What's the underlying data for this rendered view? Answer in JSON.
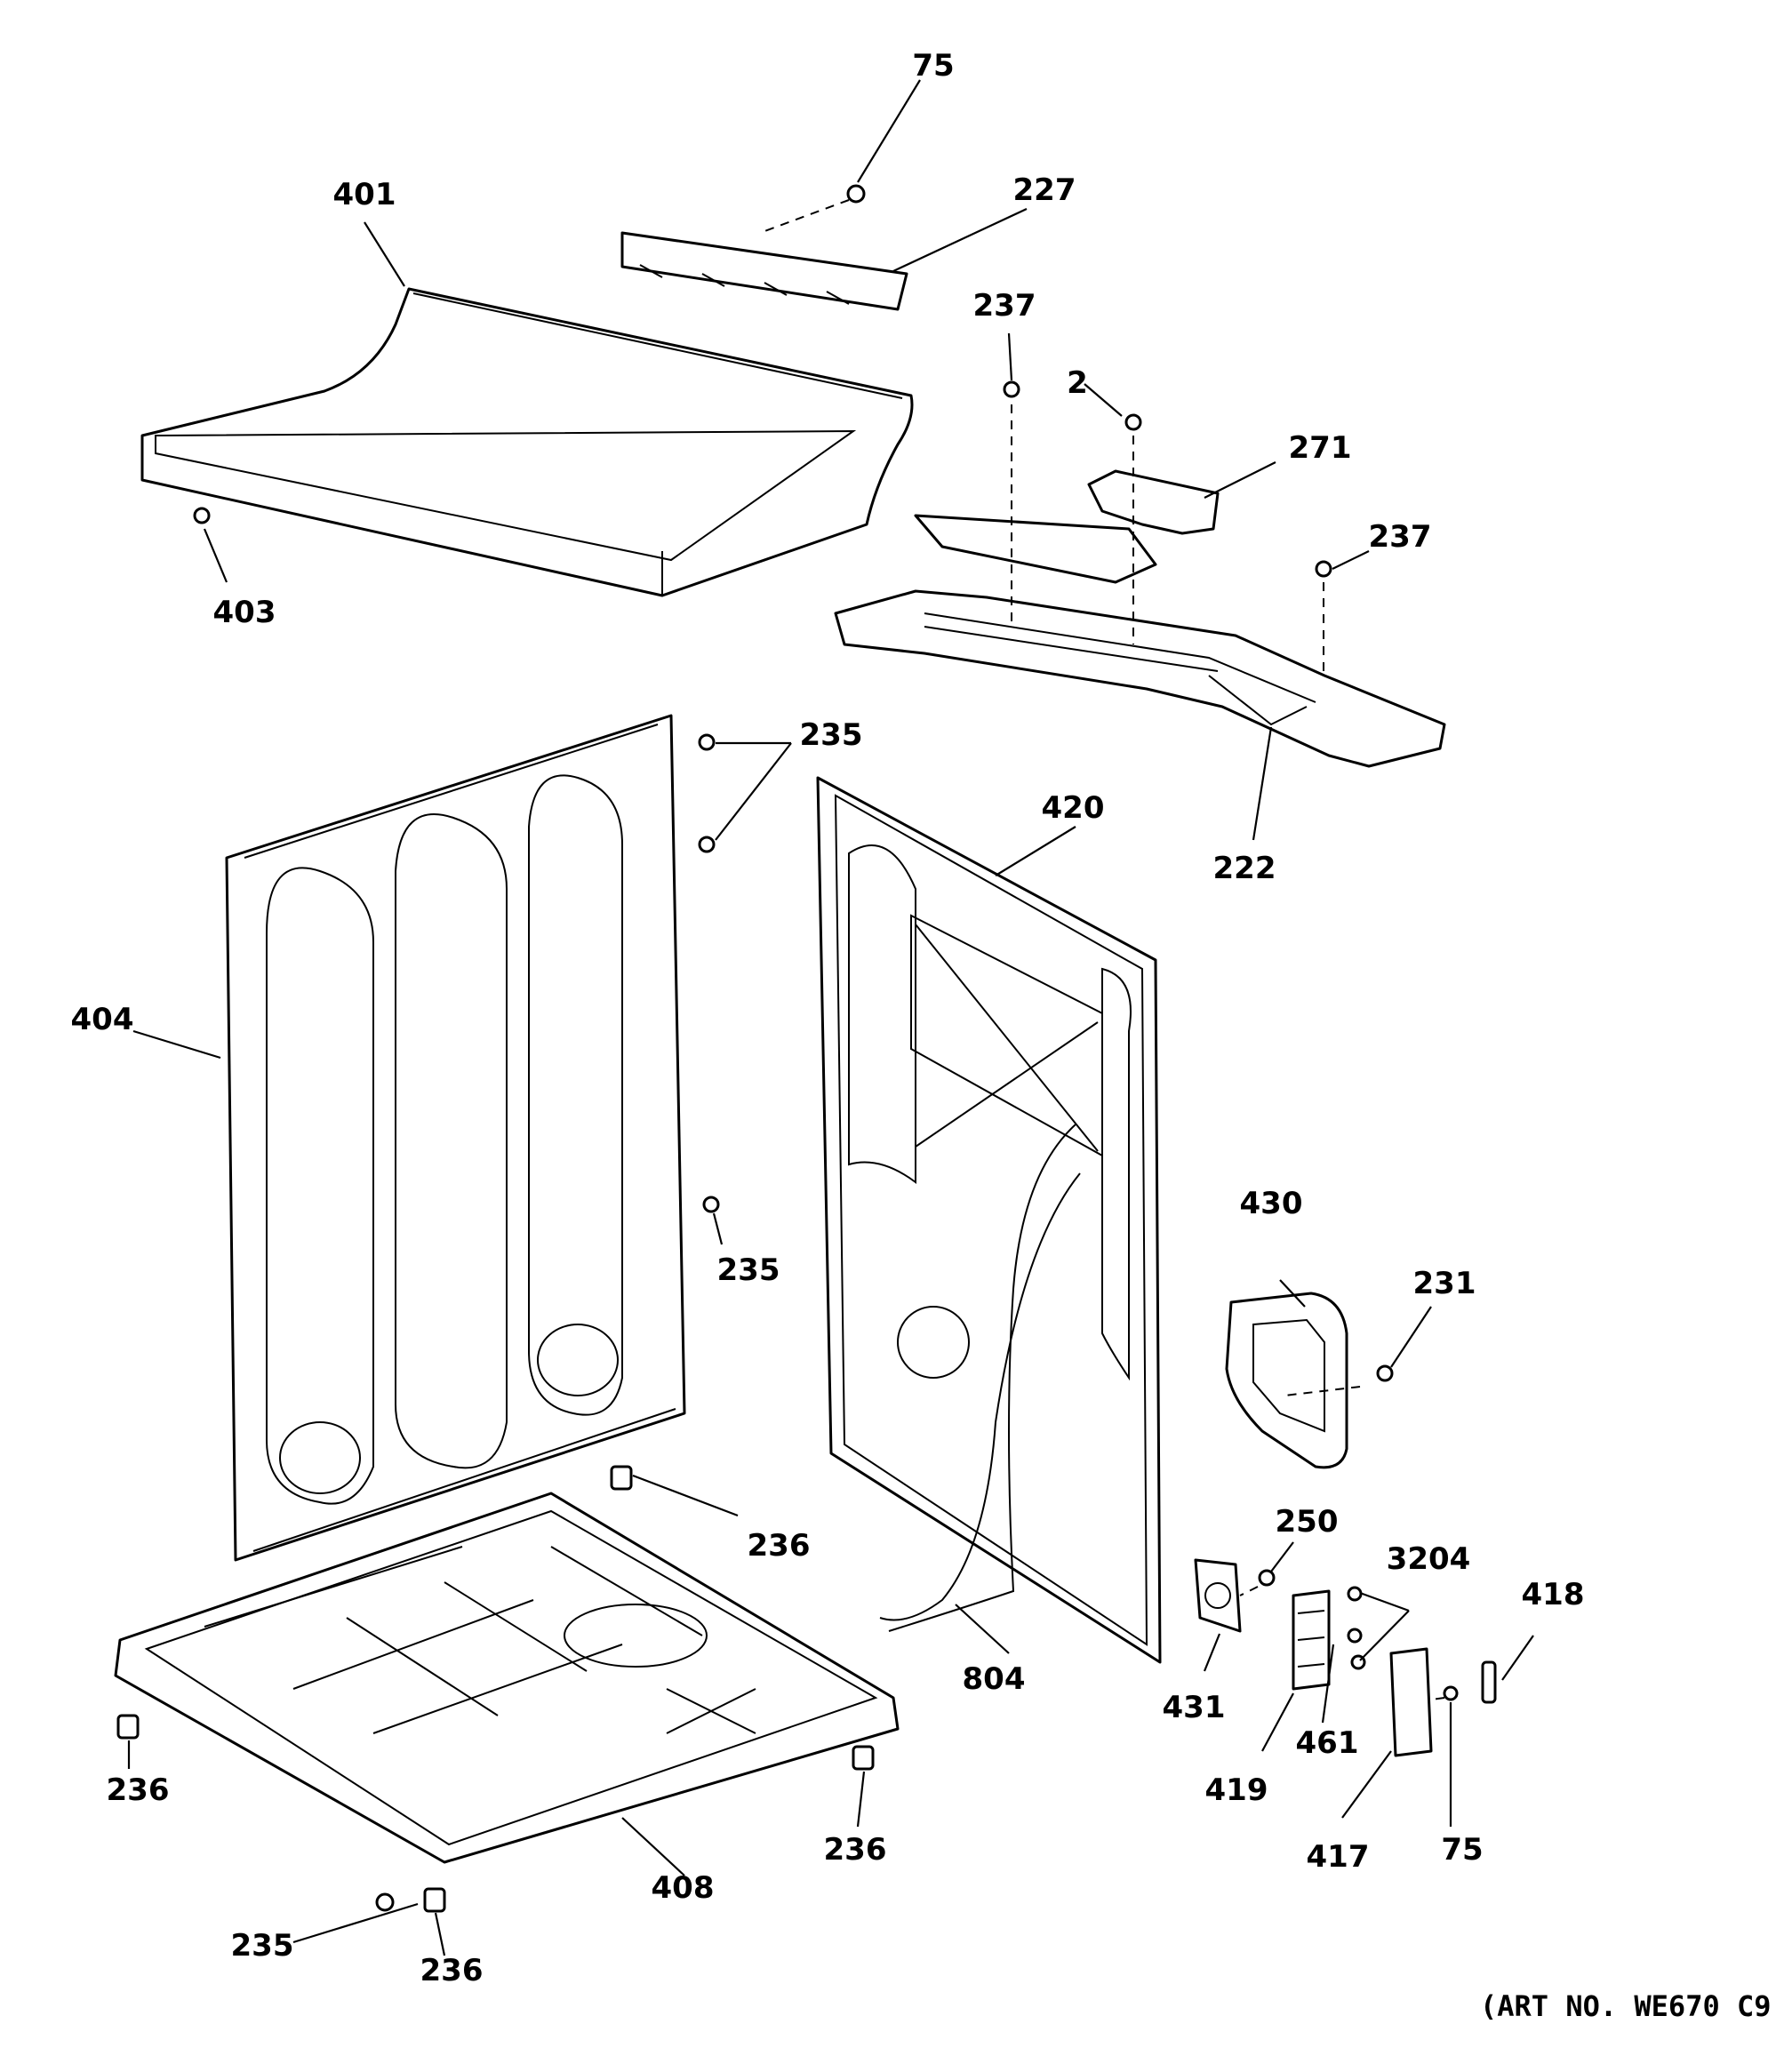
{
  "callouts": {
    "c75a": "75",
    "c227": "227",
    "c401": "401",
    "c403": "403",
    "c237a": "237",
    "c2": "2",
    "c271": "271",
    "c237b": "237",
    "c222": "222",
    "c235a": "235",
    "c420": "420",
    "c404": "404",
    "c235b": "235",
    "c430": "430",
    "c231": "231",
    "c236a": "236",
    "c250": "250",
    "c3204": "3204",
    "c418": "418",
    "c804": "804",
    "c431": "431",
    "c461": "461",
    "c419": "419",
    "c417": "417",
    "c75b": "75",
    "c236b": "236",
    "c236c": "236",
    "c408": "408",
    "c235c": "235",
    "c236d": "236"
  },
  "art_number": "(ART NO. WE670 C9"
}
